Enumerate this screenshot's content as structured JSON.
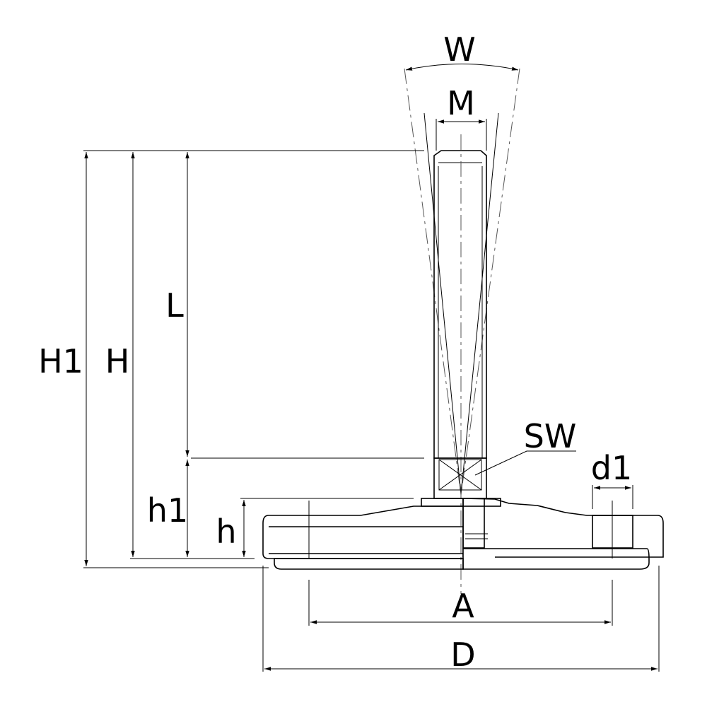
{
  "title": "Levelling foot dimension drawing",
  "labels": {
    "W": "W",
    "M": "M",
    "L": "L",
    "H1": "H1",
    "H": "H",
    "h1": "h1",
    "h": "h",
    "SW": "SW",
    "d1": "d1",
    "A": "A",
    "D": "D"
  },
  "colors": {
    "line": "#000000",
    "pad": "#808080"
  }
}
